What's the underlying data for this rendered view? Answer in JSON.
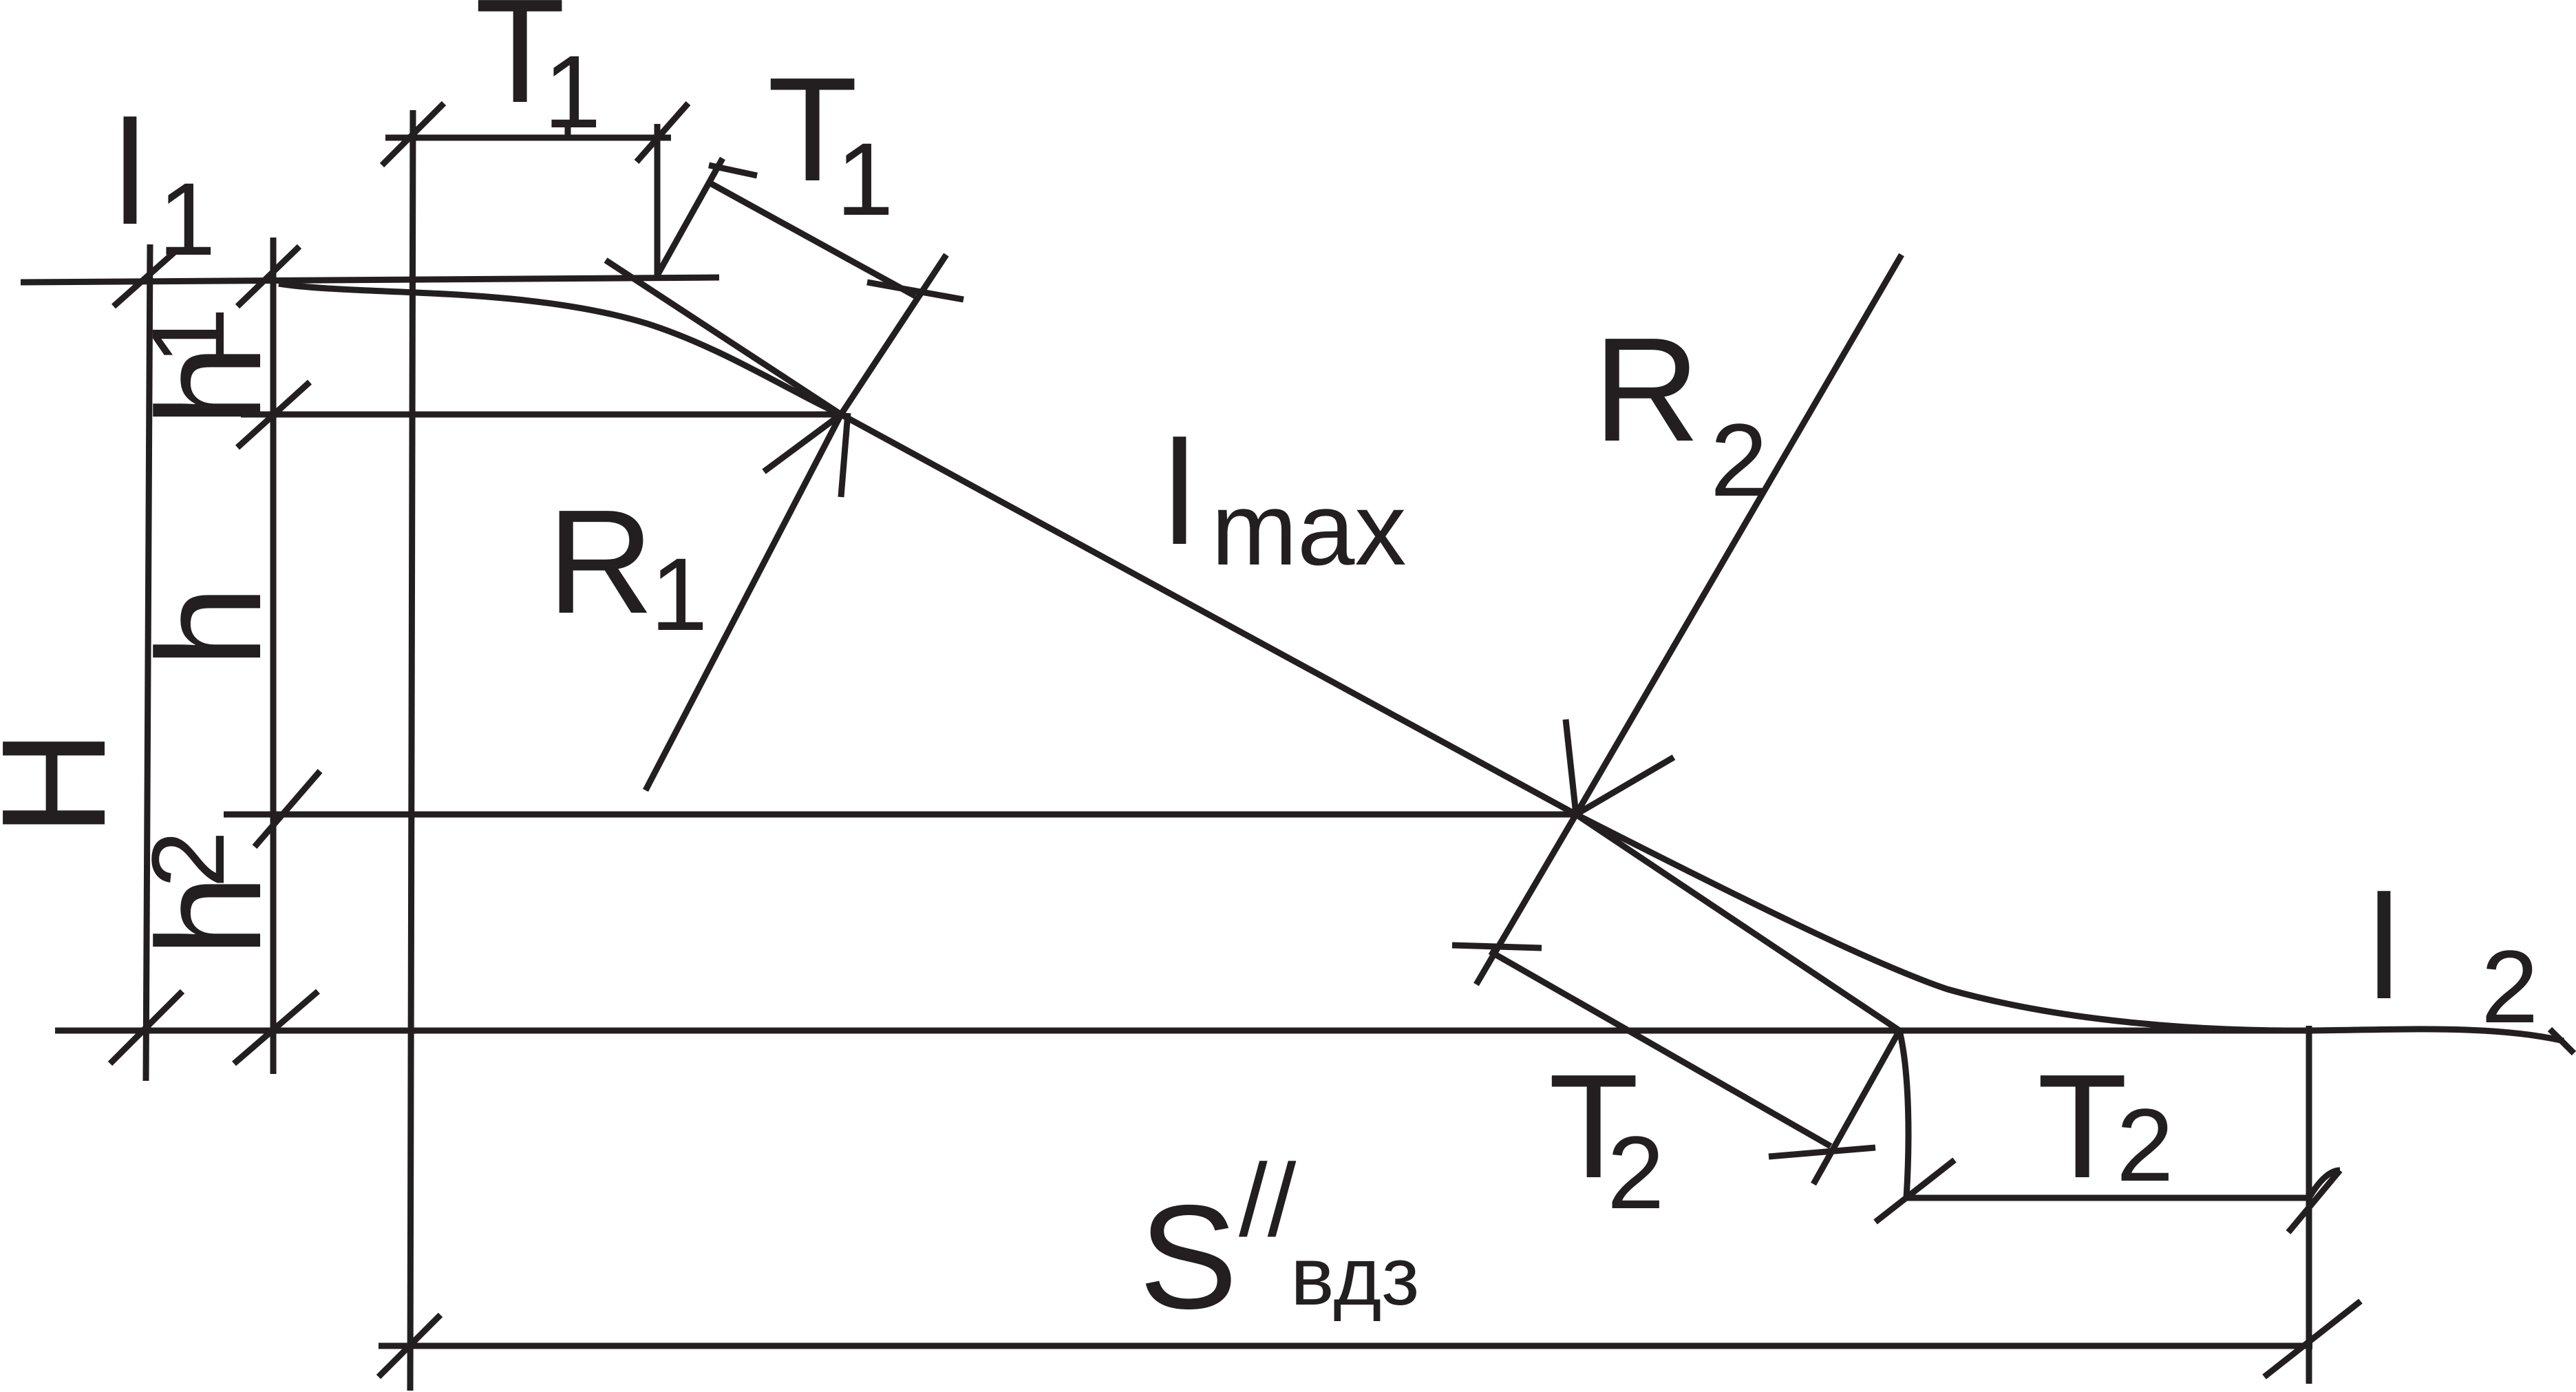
{
  "labels": {
    "l1_main": "l",
    "l1_sub": "1",
    "t1_top_main": "T",
    "t1_top_sub": "1",
    "t1_right_main": "T",
    "t1_right_sub": "1",
    "h1_main": "h",
    "h1_sub": "1",
    "h_main": "h",
    "H_main": "H",
    "h2_main": "h",
    "h2_sub": "2",
    "R1_main": "R",
    "R1_sub": "1",
    "lmax_main": "l",
    "lmax_sub": "max",
    "R2_main": "R",
    "R2_sub": "2",
    "l2_main": "l",
    "l2_sub": "2",
    "t2_left_main": "T",
    "t2_left_sub": "2",
    "t2_right_main": "T",
    "t2_right_sub": "2",
    "s_main": "S",
    "s_prime": "//",
    "s_sub": "вдз"
  },
  "colors": {
    "ink": "#231f20",
    "background": "#ffffff"
  }
}
